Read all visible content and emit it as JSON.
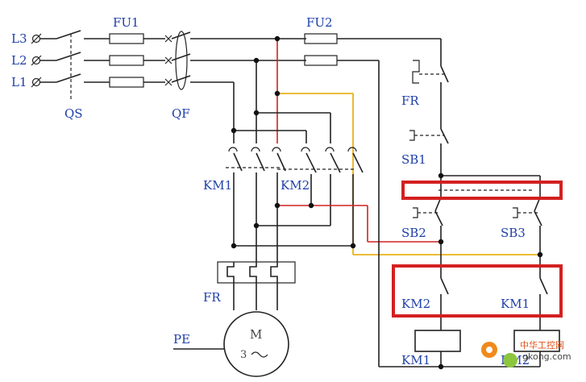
{
  "diagram": {
    "labels": {
      "l3": "L3",
      "l2": "L2",
      "l1": "L1",
      "qs": "QS",
      "fu1": "FU1",
      "qf": "QF",
      "fu2": "FU2",
      "fr_ctrl": "FR",
      "sb1": "SB1",
      "km1_main": "KM1",
      "km2_main": "KM2",
      "sb2": "SB2",
      "sb3": "SB3",
      "fr_main": "FR",
      "km2_aux": "KM2",
      "km1_aux": "KM1",
      "pe": "PE",
      "motor_m": "M",
      "motor_3": "3",
      "coil_km1": "KM1",
      "coil_km2": "KM2"
    },
    "watermark": {
      "cn": "中华工控网",
      "url": "gkong.com"
    },
    "colors": {
      "ink": "#222222",
      "label": "#1f3fa8",
      "red_wire": "#d42020",
      "yellow_wire": "#e8b21a",
      "highlight": "#d42020"
    }
  }
}
